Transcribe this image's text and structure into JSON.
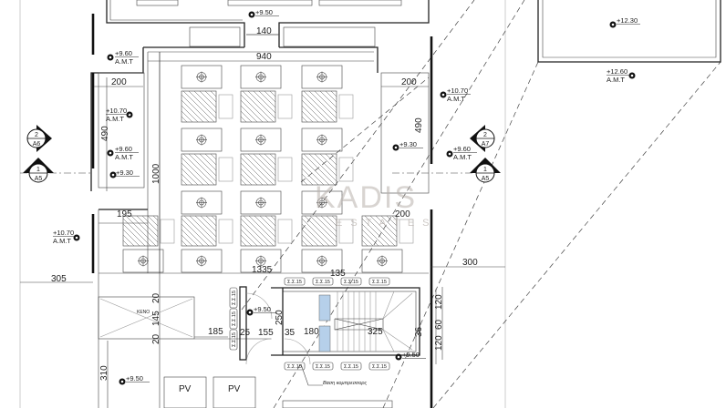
{
  "drawing": {
    "dimensions": {
      "d140": "140",
      "d940": "940",
      "d200_left": "200",
      "d200_right": "200",
      "d490_left": "490",
      "d490_right": "490",
      "d1000": "1000",
      "d195": "195",
      "d200_lower": "200",
      "d305": "305",
      "d300": "300",
      "d1335": "1335",
      "d135": "135",
      "d20_top": "20",
      "d145": "145",
      "d20_bottom": "20",
      "d185": "185",
      "d25": "25",
      "d155": "155",
      "d250": "250",
      "d35": "35",
      "d180": "180",
      "d325": "325",
      "d36": "36",
      "d120_top": "120",
      "d60": "60",
      "d120_bottom": "120",
      "d310": "310"
    },
    "levels": {
      "top_950": "+9.50",
      "left_960_a": "+9.60",
      "left_960_a_sub": "A.M.T",
      "left_1070": "+10.70",
      "left_1070_sub": "A.M.T",
      "left_960_b": "+9.60",
      "left_960_b_sub": "A.M.T",
      "left_930": "+9.30",
      "right_1070": "+10.70",
      "right_1070_sub": "A.M.T",
      "right_930": "+9.30",
      "right_960": "+9.60",
      "right_960_sub": "A.M.T",
      "lower_1070": "+10.70",
      "lower_1070_sub": "A.M.T",
      "stair_950": "+9.50",
      "bottom_left_950": "+9.50",
      "bottom_right_950": "+9.50",
      "roof_1230": "+12.30",
      "roof_1260": "+12.60",
      "roof_1260_sub": "A.M.T"
    },
    "section_markers": [
      {
        "num": "2",
        "sheet": "A6"
      },
      {
        "num": "1",
        "sheet": "A5"
      },
      {
        "num": "2",
        "sheet": "A7"
      },
      {
        "num": "1",
        "sheet": "A5"
      }
    ],
    "labels": {
      "void": "ΚΕΝΟ",
      "ss": "Σ.Σ.15",
      "compressor_base": "Βαση κομπρεσσορς",
      "pv": "PV"
    },
    "watermark": {
      "brand": "KADIS",
      "sub": "ESTATES"
    }
  }
}
